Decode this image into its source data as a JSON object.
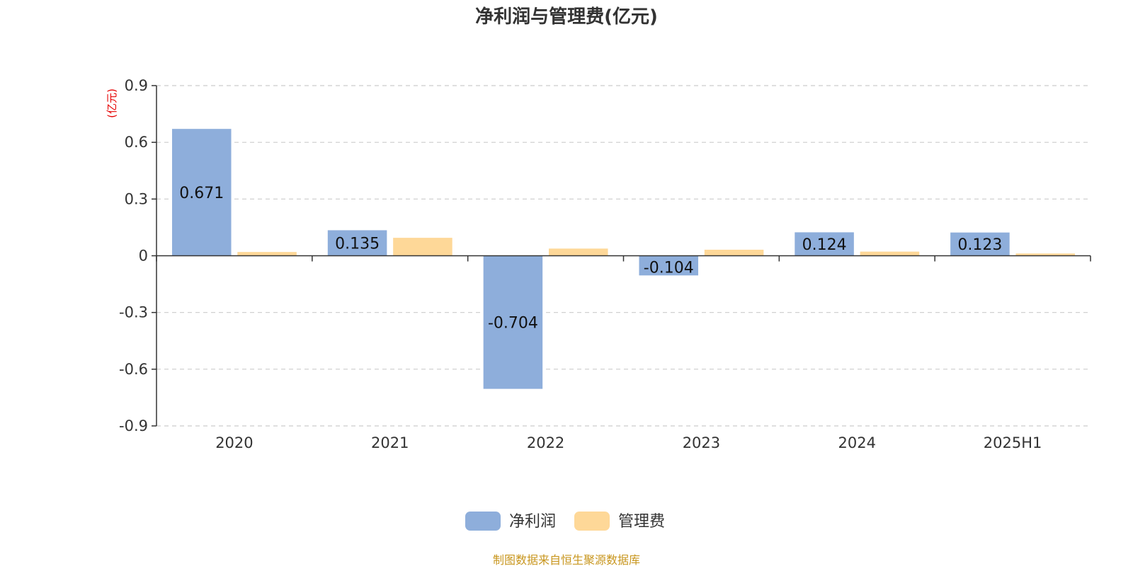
{
  "chart_data": {
    "type": "bar",
    "title": "净利润与管理费(亿元)",
    "unit_label": "(亿元)",
    "categories": [
      "2020",
      "2021",
      "2022",
      "2023",
      "2024",
      "2025H1"
    ],
    "series": [
      {
        "name": "净利润",
        "color": "#8eaedb",
        "values": [
          0.671,
          0.135,
          -0.704,
          -0.104,
          0.124,
          0.123
        ],
        "labels": [
          "0.671",
          "0.135",
          "-0.704",
          "-0.104",
          "0.124",
          "0.123"
        ]
      },
      {
        "name": "管理费",
        "color": "#fed898",
        "values": [
          0.02,
          0.095,
          0.038,
          0.032,
          0.022,
          0.012
        ]
      }
    ],
    "ylim": [
      -0.9,
      0.9
    ],
    "yticks": [
      0.9,
      0.6,
      0.3,
      0,
      -0.3,
      -0.6,
      -0.9
    ],
    "ytick_labels": [
      "0.9",
      "0.6",
      "0.3",
      "0",
      "-0.3",
      "-0.6",
      "-0.9"
    ],
    "grid": true,
    "legend_position": "bottom-center"
  },
  "source_note": "制图数据来自恒生聚源数据库"
}
